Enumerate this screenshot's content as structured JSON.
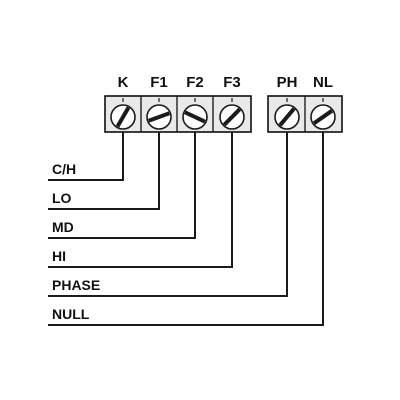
{
  "terminals": [
    {
      "id": "K",
      "label": "K"
    },
    {
      "id": "F1",
      "label": "F1"
    },
    {
      "id": "F2",
      "label": "F2"
    },
    {
      "id": "F3",
      "label": "F3"
    },
    {
      "id": "PH",
      "label": "PH"
    },
    {
      "id": "NL",
      "label": "NL"
    }
  ],
  "wires": [
    {
      "label": "C/H",
      "terminal": "K"
    },
    {
      "label": "LO",
      "terminal": "F1"
    },
    {
      "label": "MD",
      "terminal": "F2"
    },
    {
      "label": "HI",
      "terminal": "F3"
    },
    {
      "label": "PHASE",
      "terminal": "PH"
    },
    {
      "label": "NULL",
      "terminal": "NL"
    }
  ]
}
